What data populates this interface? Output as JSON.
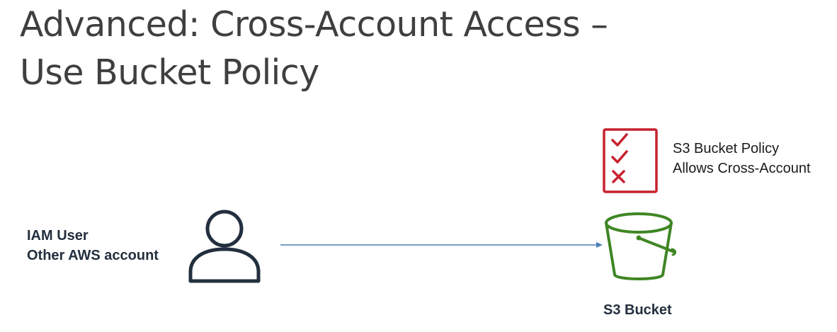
{
  "title": {
    "line1": "Advanced: Cross-Account Access –",
    "line2": "Use Bucket Policy"
  },
  "iam_user": {
    "line1": "IAM User",
    "line2": "Other AWS account",
    "icon": "person-icon"
  },
  "bucket_policy": {
    "line1": "S3 Bucket Policy",
    "line2": "Allows Cross-Account",
    "icon": "checklist-icon",
    "color": "#c7212f"
  },
  "s3_bucket": {
    "label": "S3 Bucket",
    "icon": "s3-bucket-icon",
    "color": "#3f8624"
  },
  "arrow": {
    "color": "#4a7fb5"
  }
}
